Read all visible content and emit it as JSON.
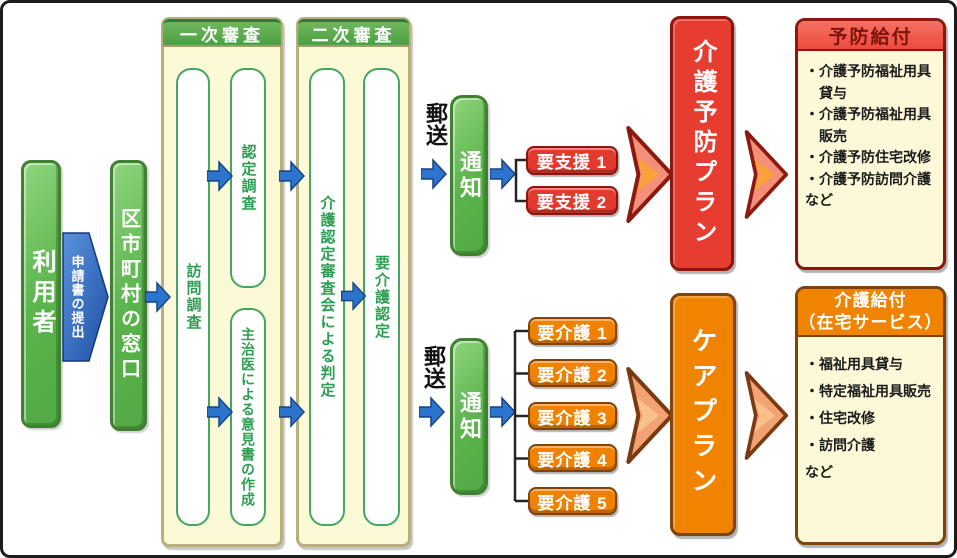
{
  "colors": {
    "green_box": "#5ab34b",
    "green_border": "#417f31",
    "panel_bg": "#fcf9d6",
    "panel_border": "#b9ae7e",
    "panel_header_green": "#4f9f44",
    "inner_box_border": "#44a564",
    "inner_box_text": "#2f9e53",
    "blue_arrow": "#2d74cf",
    "application_arrow_blue": "#2558ad",
    "support_red": "#e23a2e",
    "support_red_border": "#8e150c",
    "care_orange": "#ef8200",
    "care_orange_border": "#7e440c",
    "prevention_plan_red": "#e73c30",
    "benefit_bg": "#fdf9d8",
    "mail_text": "#111111"
  },
  "left_flow": {
    "user_label": "利用者",
    "application_label": "申請書の提出",
    "municipal_label": "区市町村の窓口"
  },
  "primary_review": {
    "title": "一次審査",
    "visit_survey": "訪問調査",
    "certification_survey": "認定調査",
    "doctor_opinion": "主治医による意見書の作成"
  },
  "secondary_review": {
    "title": "二次審査",
    "board_judgment": "介護認定審査会による判定",
    "certification": "要介護認定"
  },
  "support_path": {
    "mail_label": "郵送",
    "notice_label": "通知",
    "levels": [
      "要支援 1",
      "要支援 2"
    ],
    "plan_label": "介護予防プラン",
    "benefit": {
      "title": "予防給付",
      "items": [
        "・介護予防福祉用具\n　貸与",
        "・介護予防福祉用具\n　販売",
        "・介護予防住宅改修",
        "・介護予防訪問介護",
        "など"
      ]
    }
  },
  "care_path": {
    "mail_label": "郵送",
    "notice_label": "通知",
    "levels": [
      "要介護 1",
      "要介護 2",
      "要介護 3",
      "要介護 4",
      "要介護 5"
    ],
    "plan_label": "ケアプラン",
    "benefit": {
      "title": "介護給付\n（在宅サービス）",
      "items": [
        "・福祉用具貸与",
        "・特定福祉用具販売",
        "・住宅改修",
        "・訪問介護",
        "など"
      ]
    }
  }
}
